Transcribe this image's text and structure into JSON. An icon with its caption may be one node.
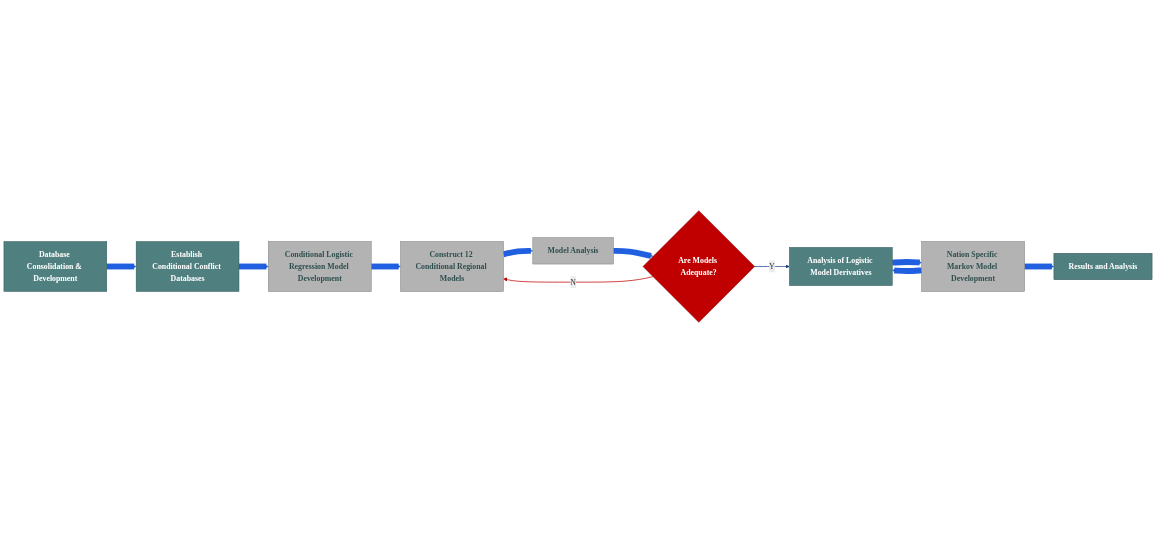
{
  "diagram": {
    "nodes": [
      {
        "text": [
          "Database Consolidation & Development"
        ]
      },
      {
        "text": [
          "Establish Conditional Conflict Databases"
        ]
      },
      {
        "text": [
          "Conditional Logistic Regression Model Development"
        ]
      },
      {
        "text": [
          "Construct 12 Conditional Regional Models"
        ]
      },
      {
        "text": [
          "Model Analysis"
        ]
      },
      {
        "text": [
          "Are Models Adequate?"
        ]
      },
      {
        "text": [
          "Analysis of Logistic Model Derivatives"
        ]
      },
      {
        "text": [
          "Nation Specific Markov Model Development"
        ]
      },
      {
        "text": [
          "Results and Analysis"
        ]
      }
    ],
    "edges": [
      {
        "from": 0,
        "to": 1,
        "arrow": "to"
      },
      {
        "from": 1,
        "to": 2,
        "arrow": "to"
      },
      {
        "from": 2,
        "to": 3,
        "arrow": "to"
      },
      {
        "from": 3,
        "to": 4,
        "arrow": "to"
      },
      {
        "from": 4,
        "to": 5,
        "arrow": "to"
      },
      {
        "from": 5,
        "to": 6,
        "arrow": "to",
        "label": "Y",
        "color": "#1f3a8a"
      },
      {
        "from": 5,
        "to": 3,
        "arrow": "to",
        "label": "N",
        "color": "#c00000"
      },
      {
        "from": 7,
        "to": 6,
        "arrow": "to"
      },
      {
        "from": 6,
        "to": 7,
        "arrow": "to"
      },
      {
        "from": 7,
        "to": 8,
        "arrow": "to"
      }
    ]
  }
}
